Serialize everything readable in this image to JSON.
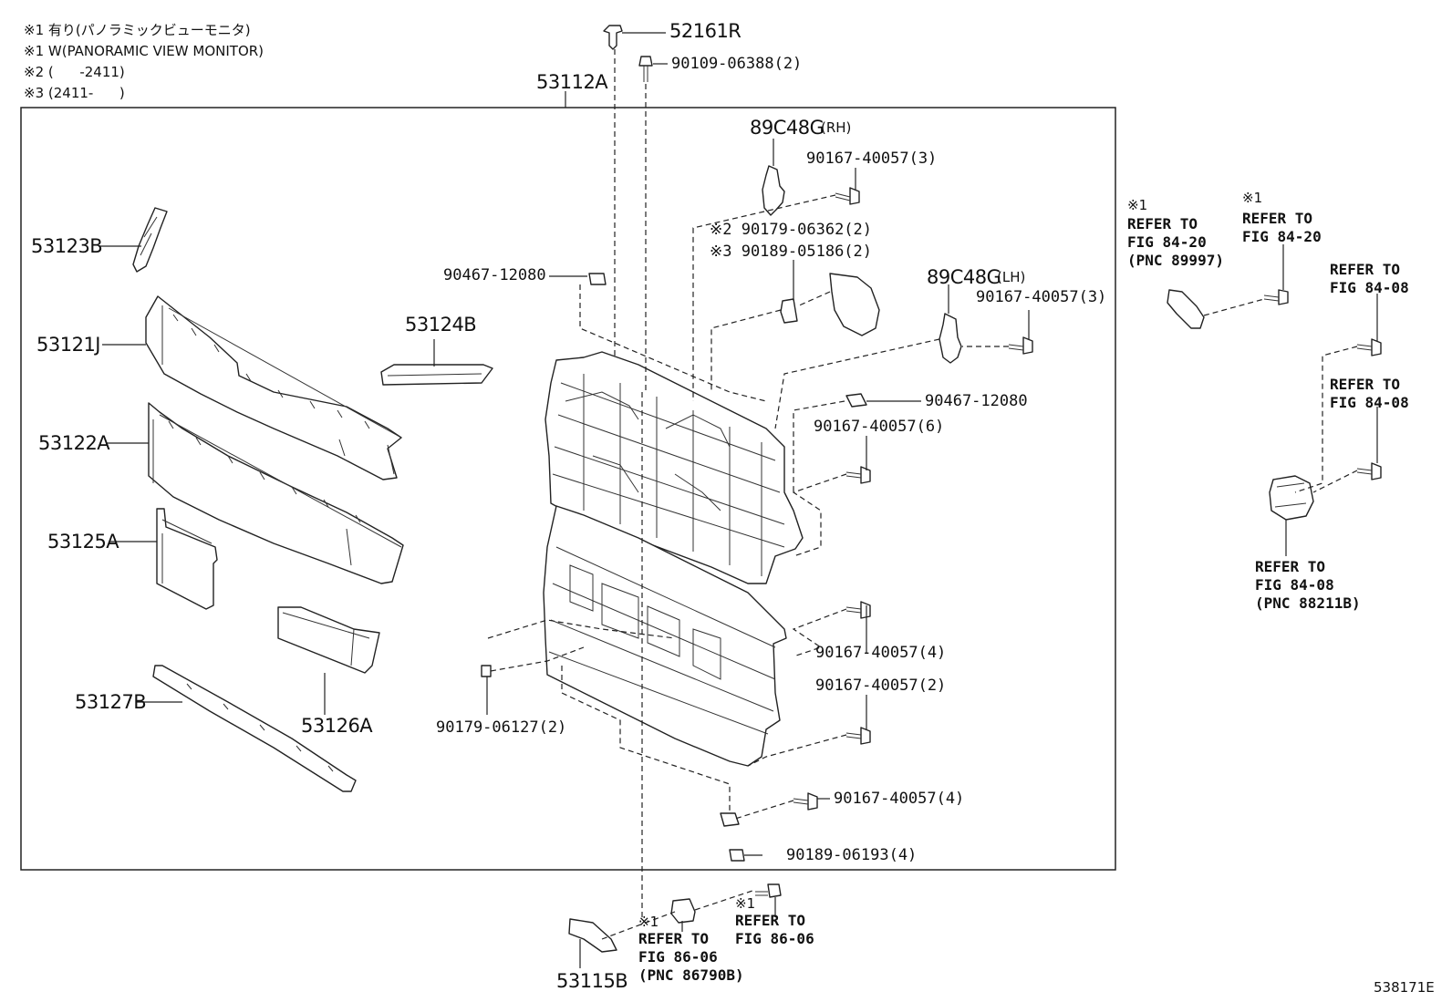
{
  "notes": [
    "※1 有り(パノラミックビューモニタ)",
    "※1 W(PANORAMIC VIEW MONITOR)",
    "※2 (      -2411)",
    "※3 (2411-      )"
  ],
  "labels": {
    "p52161R": "52161R",
    "p90109": "90109-06388(2)",
    "p53112A": "53112A",
    "p89C48G_rh": "89C48G",
    "rh": "(RH)",
    "p90167_3a": "90167-40057(3)",
    "n2_90179": "※2 90179-06362(2)",
    "n3_90189": "※3 90189-05186(2)",
    "p53123B": "53123B",
    "p90467_a": "90467-12080",
    "p89C48G_lh": "89C48G",
    "lh": "(LH)",
    "p90167_3b": "90167-40057(3)",
    "p53121J": "53121J",
    "p53124B": "53124B",
    "p90467_b": "90467-12080",
    "p53122A": "53122A",
    "p90167_6": "90167-40057(6)",
    "p53125A": "53125A",
    "p90167_4a": "90167-40057(4)",
    "p90167_2": "90167-40057(2)",
    "p90179_06127": "90179-06127(2)",
    "p53127B": "53127B",
    "p53126A": "53126A",
    "p90167_4b": "90167-40057(4)",
    "p90189_06193": "90189-06193(4)",
    "p53115B": "53115B",
    "fig_id": "538171E"
  },
  "refs": {
    "r1_mark": "※1",
    "r1": "REFER TO\nFIG 84-20\n(PNC 89997)",
    "r2_mark": "※1",
    "r2": "REFER TO\nFIG 84-20",
    "r3": "REFER TO\nFIG 84-08",
    "r4": "REFER TO\nFIG 84-08",
    "r5": "REFER TO\nFIG 84-08\n(PNC 88211B)",
    "r6_mark": "※1",
    "r6": "REFER TO\nFIG 86-06\n(PNC 86790B)",
    "r7_mark": "※1",
    "r7": "REFER TO\nFIG 86-06"
  }
}
